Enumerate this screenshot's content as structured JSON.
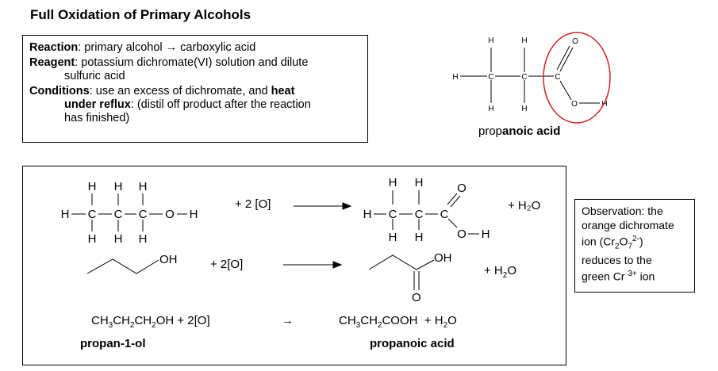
{
  "title": "Full Oxidation of Primary Alcohols",
  "info": {
    "reaction_label": "Reaction",
    "reaction_text": ": primary alcohol → carboxylic acid",
    "reagent_label": "Reagent",
    "reagent_text_1": ": potassium dichromate(VI) solution and dilute",
    "reagent_text_2": "sulfuric acid",
    "conditions_label": "Conditions",
    "conditions_text_1": ": use an excess of dichromate, and ",
    "conditions_heat": "heat",
    "conditions_reflux": "under reflux",
    "conditions_text_2": ": (distil off product after the reaction",
    "conditions_text_3": "has finished)"
  },
  "top_molecule": {
    "name_prefix": "prop",
    "name_suffix": "anoic acid",
    "highlight_color": "#d62020"
  },
  "equation1": {
    "oxidant": "+ 2 [O]",
    "water": "+ H₂O"
  },
  "equation2": {
    "oxidant": "+ 2[O]",
    "water": "+ H₂O",
    "oh_label": "OH",
    "o_label": "O"
  },
  "equation3": {
    "reactant": "CH₃CH₂CH₂OH + 2[O]",
    "arrow": "→",
    "product": "CH₃CH₂COOH  + H₂O",
    "reactant_name": "propan-1-ol",
    "product_name": "propanoic acid"
  },
  "observation": {
    "line1": "Observation: the",
    "line2": "orange dichromate",
    "line3_pre": "ion (Cr",
    "line4": "reduces to the",
    "line5_pre": "green Cr",
    "line5_post": " ion"
  }
}
